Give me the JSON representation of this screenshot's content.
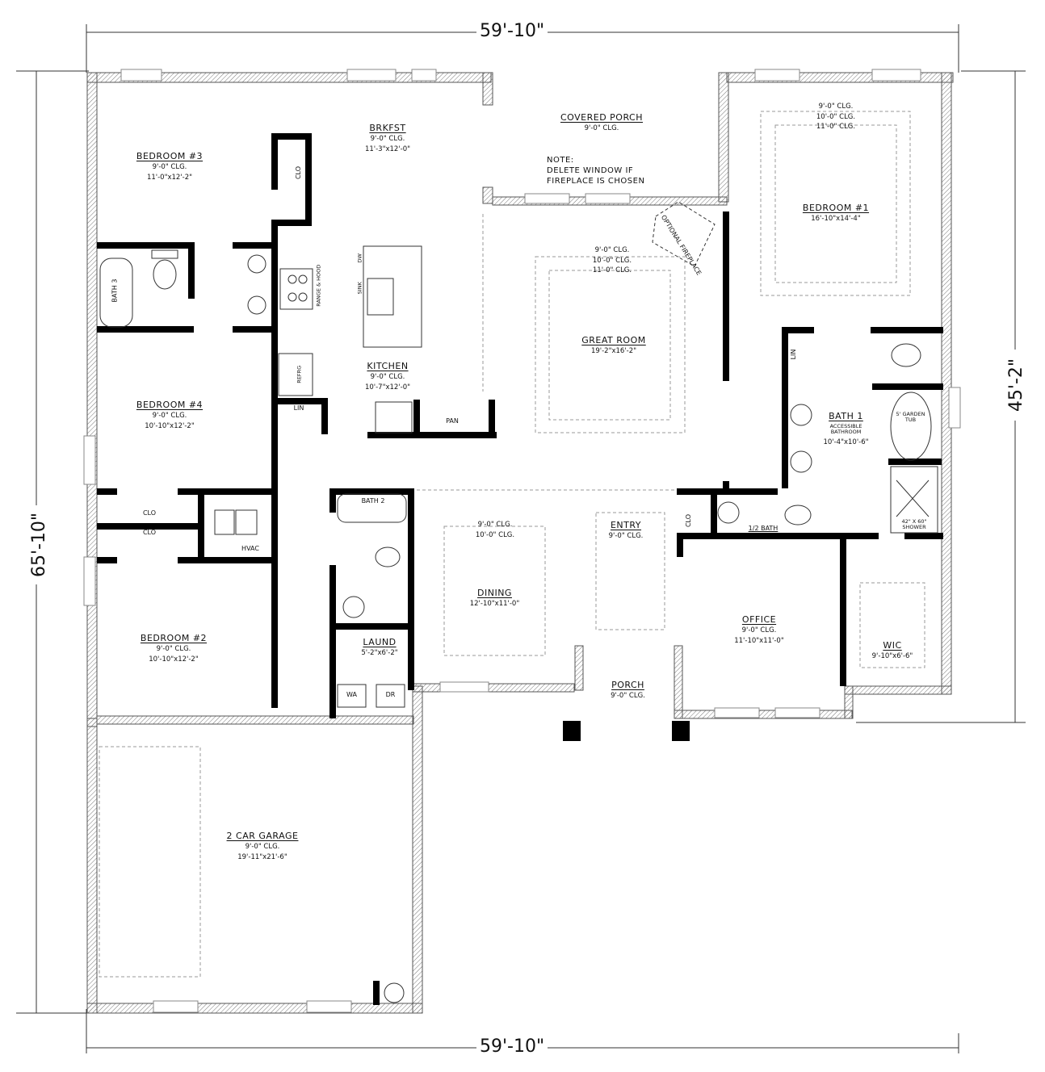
{
  "dimensions": {
    "top_width": "59'-10\"",
    "bottom_width": "59'-10\"",
    "left_depth": "65'-10\"",
    "right_depth": "45'-2\""
  },
  "rooms": {
    "bedroom3": {
      "name": "BEDROOM #3",
      "ceiling": "9'-0\" CLG.",
      "size": "11'-0\"x12'-2\""
    },
    "brkfst": {
      "name": "BRKFST",
      "ceiling": "9'-0\" CLG.",
      "size": "11'-3\"x12'-0\""
    },
    "covered_porch": {
      "name": "COVERED PORCH",
      "ceiling": "9'-0\" CLG."
    },
    "bedroom1": {
      "name": "BEDROOM #1",
      "ceilings": [
        "9'-0\" CLG.",
        "10'-0\" CLG.",
        "11'-0\" CLG."
      ],
      "size": "16'-10\"x14'-4\""
    },
    "great_room": {
      "name": "GREAT ROOM",
      "ceilings": [
        "9'-0\" CLG.",
        "10'-0\" CLG.",
        "11'-0\" CLG."
      ],
      "size": "19'-2\"x16'-2\""
    },
    "kitchen": {
      "name": "KITCHEN",
      "ceiling": "9'-0\" CLG.",
      "size": "10'-7\"x12'-0\""
    },
    "bedroom4": {
      "name": "BEDROOM #4",
      "ceiling": "9'-0\" CLG.",
      "size": "10'-10\"x12'-2\""
    },
    "bath3": {
      "name": "BATH 3"
    },
    "bath1": {
      "name": "BATH 1",
      "note": "ACCESSIBLE BATHROOM",
      "size": "10'-4\"x10'-6\""
    },
    "half_bath": {
      "name": "1/2 BATH"
    },
    "bedroom2": {
      "name": "BEDROOM #2",
      "ceiling": "9'-0\" CLG.",
      "size": "10'-10\"x12'-2\""
    },
    "bath2": {
      "name": "BATH 2"
    },
    "laund": {
      "name": "LAUND",
      "size": "5'-2\"x6'-2\""
    },
    "dining": {
      "name": "DINING",
      "ceilings": [
        "9'-0\" CLG.",
        "10'-0\" CLG."
      ],
      "size": "12'-10\"x11'-0\""
    },
    "entry": {
      "name": "ENTRY",
      "ceiling": "9'-0\" CLG."
    },
    "porch": {
      "name": "PORCH",
      "ceiling": "9'-0\" CLG."
    },
    "office": {
      "name": "OFFICE",
      "ceiling": "9'-0\" CLG.",
      "size": "11'-10\"x11'-0\""
    },
    "wic": {
      "name": "WIC",
      "size": "9'-10\"x6'-6\""
    },
    "garage": {
      "name": "2 CAR GARAGE",
      "ceiling": "9'-0\" CLG.",
      "size": "19'-11\"x21'-6\""
    },
    "hvac": {
      "name": "HVAC"
    }
  },
  "labels": {
    "clo": "CLO",
    "lin": "LIN",
    "pan": "PAN",
    "refrg": "REFRG",
    "range_hood": "RANGE & HOOD",
    "sink": "SINK",
    "dw": "DW",
    "wa": "WA",
    "dr": "DR",
    "optional_fireplace": "OPTIONAL FIREPLACE",
    "garden_tub": "5' GARDEN TUB",
    "shower": "42\" X 60\" SHOWER"
  },
  "note": {
    "line1": "NOTE:",
    "line2": "DELETE WINDOW IF",
    "line3": "FIREPLACE IS CHOSEN"
  }
}
